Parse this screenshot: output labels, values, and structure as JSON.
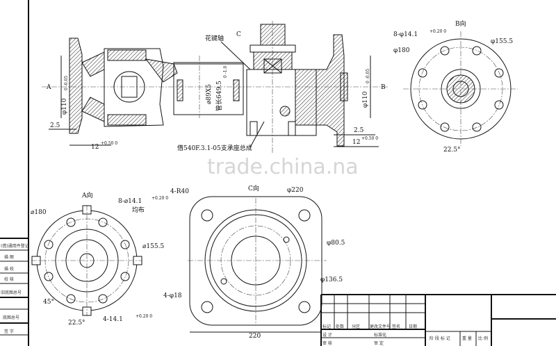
{
  "drawing": {
    "main_view": {
      "section_a": "A",
      "section_b": "B",
      "section_c": "C",
      "spline_shaft": "花键轴",
      "tube_dia": "⌀89X5",
      "tube_length": "管长649.5",
      "tube_tol": "0 -1.0",
      "support_assy": "借540F.3.1-05支承座总成",
      "left_dia": "φ110",
      "left_dia_tol": "0 -0.05",
      "left_gap": "2.5",
      "left_width": "12",
      "left_width_tol": "+0.50 0",
      "right_dia": "φ110",
      "right_dia_tol": "0 -0.05",
      "right_gap": "2.5",
      "right_width": "12",
      "right_width_tol": "+0.50 0"
    },
    "view_b": {
      "title": "B向",
      "holes": "8-φ14.1",
      "holes_tol": "+0.20 0",
      "pcd": "φ155.5",
      "outer": "φ180",
      "angle": "22.5°"
    },
    "view_a": {
      "title": "A向",
      "holes": "8-⌀14.1",
      "holes_tol": "+0.20 0",
      "even": "均布",
      "outer": "⌀180",
      "pcd": "⌀155.5",
      "angle1": "45°",
      "angle2": "22.5°",
      "slots": "4-14.1",
      "slots_tol": "+0.20 0"
    },
    "view_c": {
      "title": "C向",
      "corner_radius": "4-R40",
      "outer": "φ220",
      "bore": "φ80.5",
      "pcd": "φ136.5",
      "holes": "4-φ18",
      "width": "220"
    }
  },
  "side_table": [
    "(借)通用件登记",
    "描 图",
    "描 校",
    "校 核",
    "旧底图总号",
    "底图总号",
    "签 字"
  ],
  "title_block": {
    "header": [
      "标记",
      "处数",
      "分区",
      "更改文件号",
      "签名",
      "日期"
    ],
    "design": "设 计",
    "standard": "标准化",
    "review": "审 核",
    "approve": "审 定",
    "stage": "阶 段 标 记",
    "weight": "重 量",
    "scale": "比 例"
  },
  "watermark": "trade.china.na"
}
